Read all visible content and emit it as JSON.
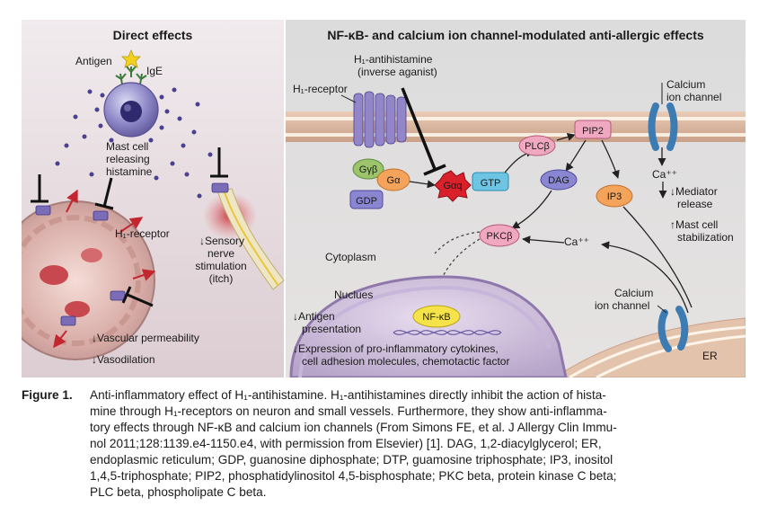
{
  "diagram": {
    "left_panel": {
      "title": "Direct effects",
      "antigen": "Antigen",
      "ige": "IgE",
      "mast_cell": [
        "Mast cell",
        "releasing",
        "histamine"
      ],
      "h1_receptor": "H₁-receptor",
      "sensory": [
        "Sensory",
        "nerve",
        "stimulation",
        "(itch)"
      ],
      "vascular_permeability": "Vascular permeability",
      "vasodilation": "Vasodilation"
    },
    "right_panel": {
      "title": "NF-κB- and calcium ion channel-modulated anti-allergic effects",
      "antihistamine": [
        "H₁-antihistamine",
        "(inverse aganist)"
      ],
      "h1_receptor": "H₁-receptor",
      "calcium_channel_top": [
        "Calcium",
        "ion channel"
      ],
      "calcium_channel_bottom": [
        "Calcium",
        "ion channel"
      ],
      "pip2": "PIP2",
      "plc": "PLCβ",
      "ggamma": "Gγβ",
      "galpha": "Gα",
      "gdp": "GDP",
      "galphaq": "Gαq",
      "gtp": "GTP",
      "dag": "DAG",
      "ip3": "IP3",
      "ca_top": "Ca⁺⁺",
      "ca_mid": "Ca⁺⁺",
      "mediator": [
        "Mediator",
        "release"
      ],
      "stabilization": [
        "Mast cell",
        "stabilization"
      ],
      "pkc": "PKCβ",
      "cytoplasm": "Cytoplasm",
      "nucleus": "Nuclues",
      "nfkb": "NF-κB",
      "antigen_presentation": [
        "Antigen",
        "presentation"
      ],
      "expression": [
        "Expression of pro-inflammatory cytokines,",
        "cell adhesion molecules, chemotactic factor"
      ],
      "er": "ER"
    }
  },
  "caption": {
    "label": "Figure 1.",
    "lines": [
      "Anti-inflammatory effect of H₁-antihistamine. H₁-antihistamines directly inhibit the action of hista-",
      "mine through H₁-receptors on neuron and small vessels. Furthermore, they show anti-inflamma-",
      "tory effects through NF-κB and calcium ion channels (From Simons FE, et al. J Allergy Clin Immu-",
      "nol 2011;128:1139.e4-1150.e4, with permission from Elsevier) [1]. DAG, 1,2-diacylglycerol; ER,",
      "endoplasmic reticulum; GDP, guanosine diphosphate; DTP, guamosine triphosphate; IP3, inositol",
      "1,4,5-triphosphate; PIP2, phosphatidylinositol 4,5-bisphosphate; PKC beta, protein kinase C beta;",
      "PLC beta, phospholipate C beta."
    ]
  }
}
